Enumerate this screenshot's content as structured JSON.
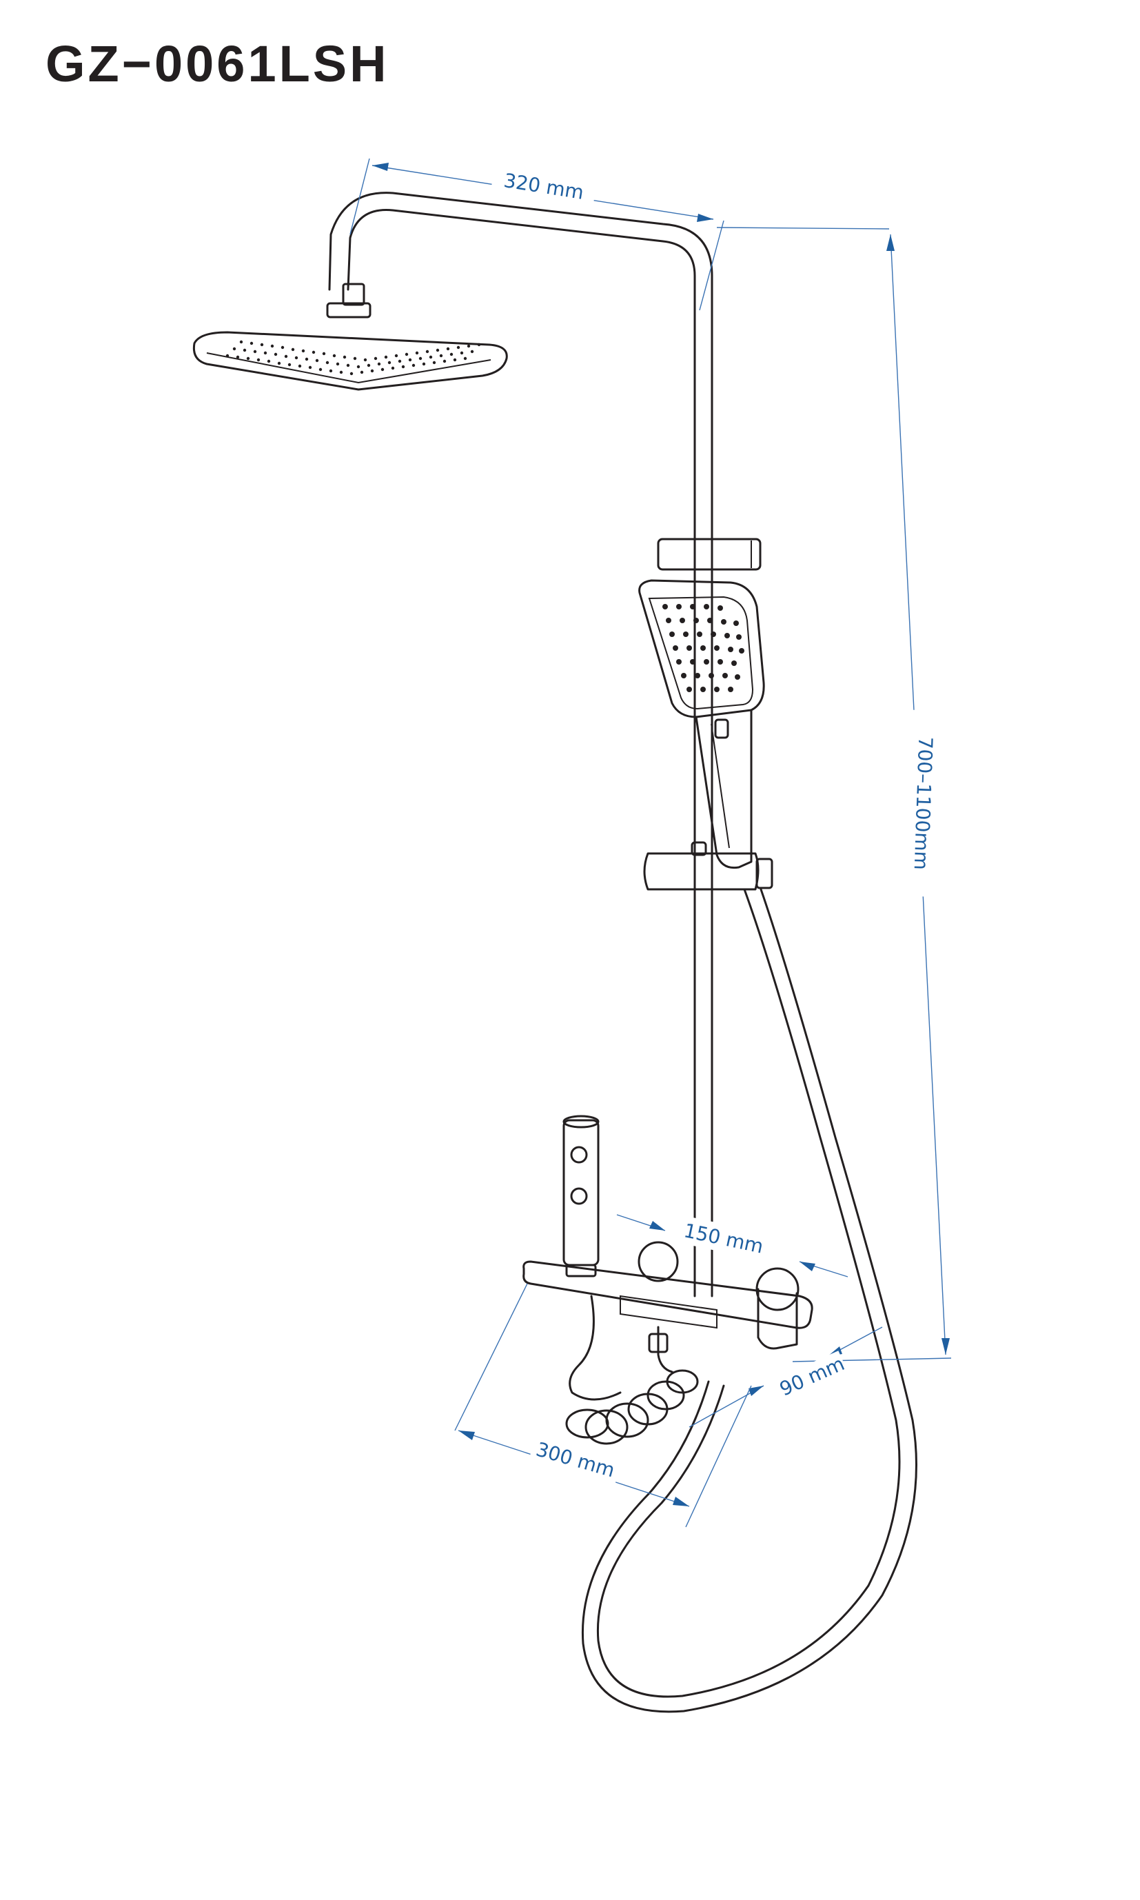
{
  "title": "GZ−0061LSH",
  "dimensions": {
    "arm_length": "320 mm",
    "height_range": "700–1100mm",
    "mixer_spacing": "150 mm",
    "shelf_depth": "90 mm",
    "shelf_width": "300 mm"
  },
  "colors": {
    "line": "#231f20",
    "dimension": "#1f5fa0"
  }
}
